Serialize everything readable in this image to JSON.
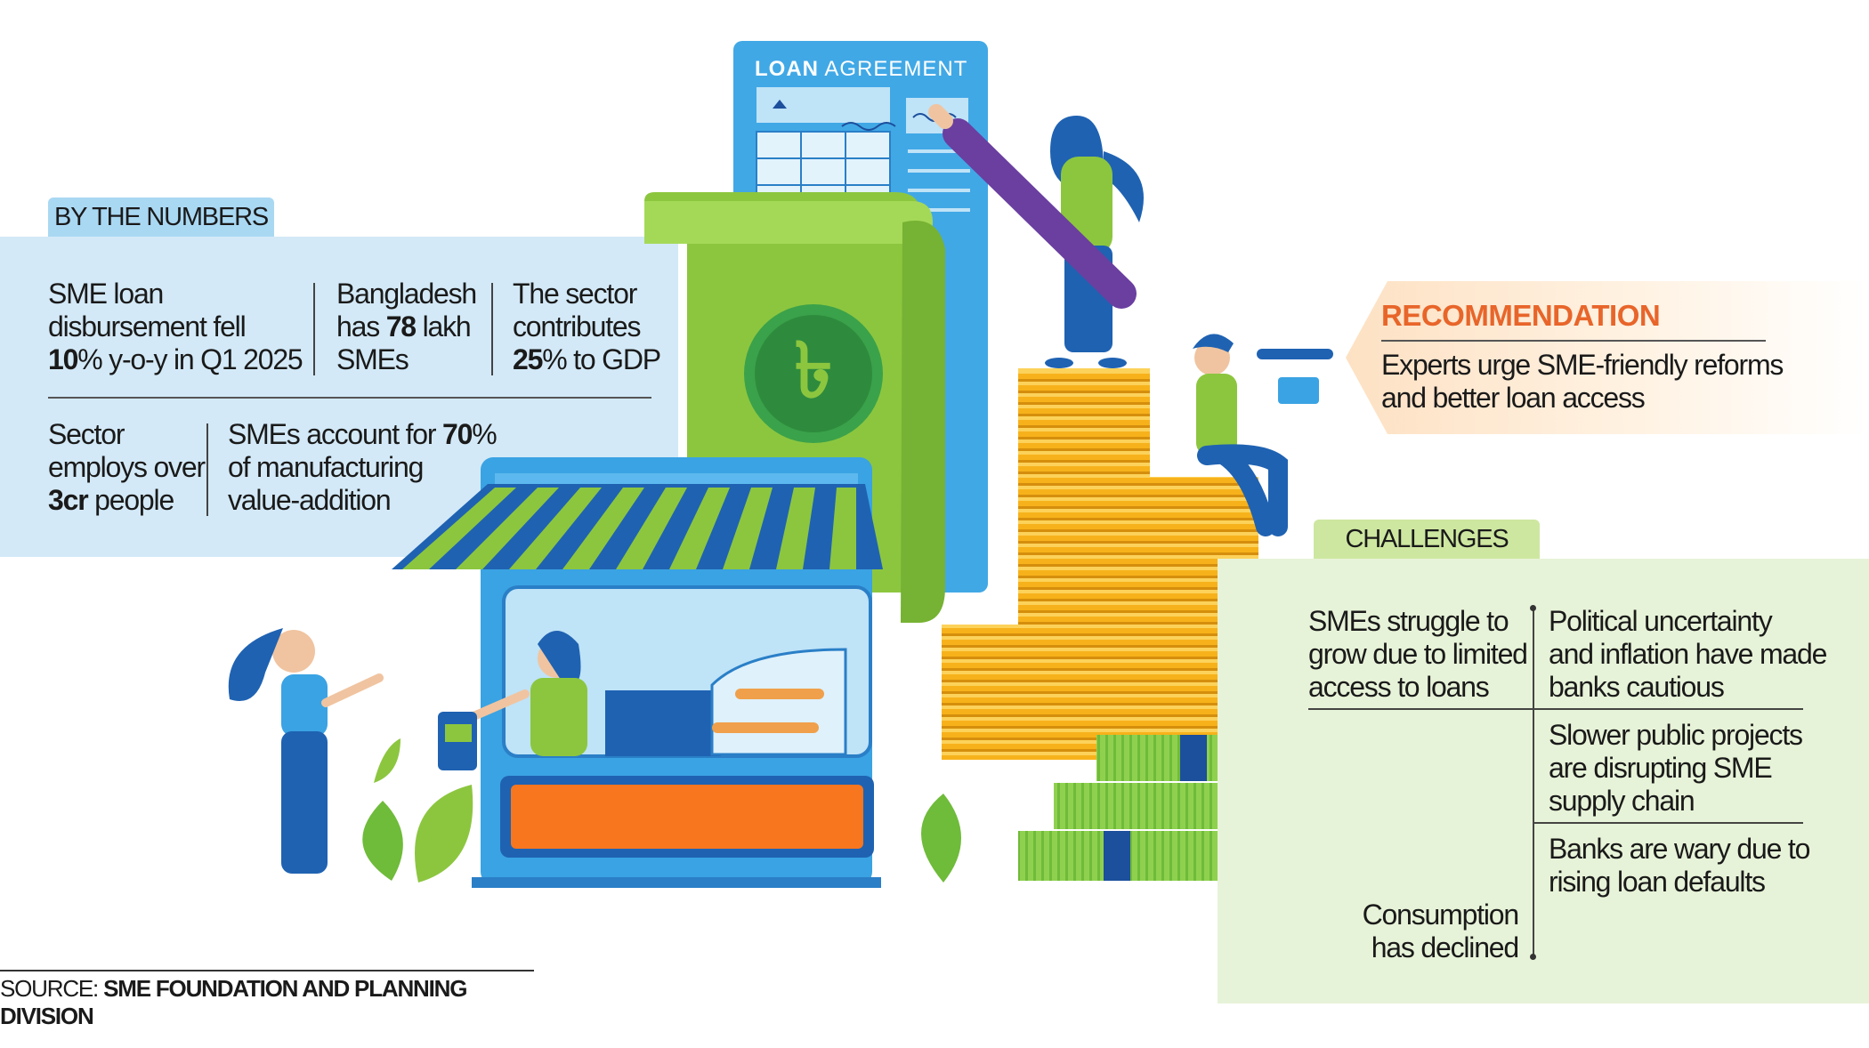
{
  "by_the_numbers": {
    "tab": "BY THE NUMBERS",
    "stat1": {
      "line1": "SME loan",
      "line2": "disbursement fell",
      "bold": "10",
      "rest": "% y-o-y in Q1 2025"
    },
    "stat2": {
      "line1": "Bangladesh",
      "pre": "has ",
      "bold": "78",
      "post": " lakh",
      "line3": "SMEs"
    },
    "stat3": {
      "line1": "The sector",
      "line2": "contributes",
      "bold": "25",
      "rest": "% to GDP"
    },
    "stat4": {
      "line1": "Sector",
      "line2": "employs over",
      "bold": "3cr",
      "rest": " people"
    },
    "stat5": {
      "pre": "SMEs account for ",
      "bold": "70",
      "post": "%",
      "line2": "of manufacturing",
      "line3": "value-addition"
    }
  },
  "illustration": {
    "document_title_bold": "LOAN",
    "document_title_rest": " AGREEMENT",
    "currency_symbol": "৳"
  },
  "recommendation": {
    "title": "RECOMMENDATION",
    "line1": "Experts urge SME-friendly reforms",
    "line2": "and better loan access"
  },
  "challenges": {
    "tab": "CHALLENGES",
    "item1": [
      "SMEs struggle to",
      "grow due to limited",
      "access to loans"
    ],
    "item2": [
      "Political uncertainty",
      "and inflation have made",
      "banks cautious"
    ],
    "item3": [
      "Slower public projects",
      "are disrupting SME",
      "supply chain"
    ],
    "item4": [
      "Banks are wary due to",
      "rising loan defaults"
    ],
    "item5": [
      "Consumption",
      "has declined"
    ]
  },
  "source": {
    "label": "SOURCE: ",
    "value": "SME FOUNDATION AND PLANNING DIVISION"
  },
  "colors": {
    "tab_blue": "#a9d8f3",
    "panel_blue": "#d3e9f7",
    "tab_green": "#cde7a0",
    "panel_green": "#e7f3d8",
    "accent_orange": "#e8652a",
    "scroll_green": "#8cc63f",
    "shop_blue": "#3aa3e3",
    "coin_gold": "#f7b21b"
  }
}
